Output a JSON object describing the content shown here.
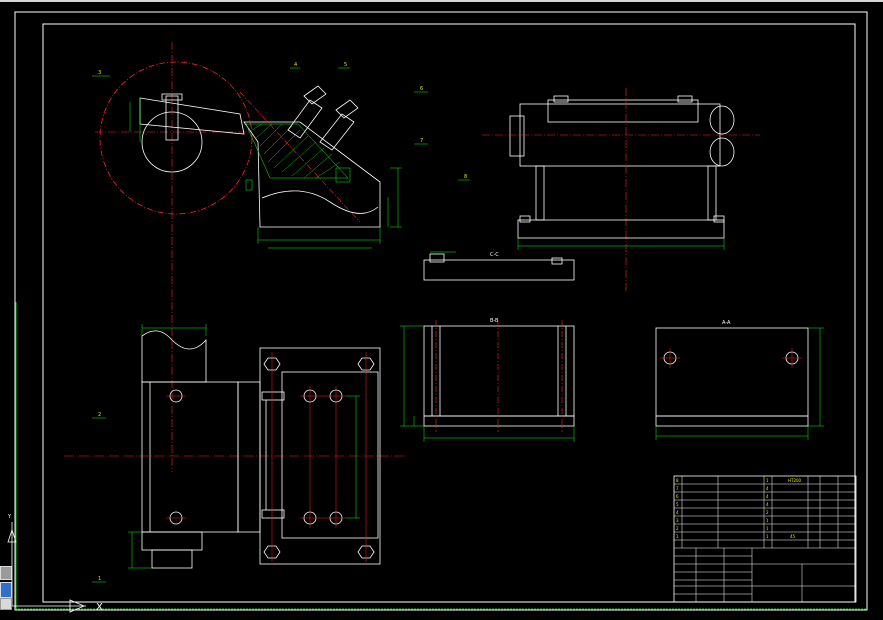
{
  "drawing": {
    "view_labels": {
      "section_cc": "C-C",
      "section_bb": "B-B",
      "section_aa": "A-A"
    },
    "balloons": [
      "1",
      "2",
      "3",
      "4",
      "5",
      "6",
      "7",
      "8"
    ],
    "colors": {
      "background": "#000000",
      "border": "#ffffff",
      "inner_frame": "#00ff00",
      "geometry": "#ffffff",
      "centerline": "#ff2020",
      "dimension": "#00ff00",
      "hatch": "#00ff00",
      "note": "#e6e600"
    },
    "ucs_labels": {
      "y": "Y",
      "x": "X"
    }
  },
  "title_block": {
    "rows": [
      {
        "no": "8",
        "part": "",
        "spec": "",
        "qty": "1",
        "material": "HT200"
      },
      {
        "no": "7",
        "part": "",
        "spec": "",
        "qty": "4",
        "material": ""
      },
      {
        "no": "6",
        "part": "",
        "spec": "",
        "qty": "4",
        "material": ""
      },
      {
        "no": "5",
        "part": "",
        "spec": "",
        "qty": "4",
        "material": ""
      },
      {
        "no": "4",
        "part": "",
        "spec": "",
        "qty": "2",
        "material": ""
      },
      {
        "no": "3",
        "part": "",
        "spec": "",
        "qty": "1",
        "material": ""
      },
      {
        "no": "2",
        "part": "",
        "spec": "",
        "qty": "1",
        "material": ""
      },
      {
        "no": "1",
        "part": "",
        "spec": "",
        "qty": "1",
        "material": "45"
      }
    ]
  }
}
